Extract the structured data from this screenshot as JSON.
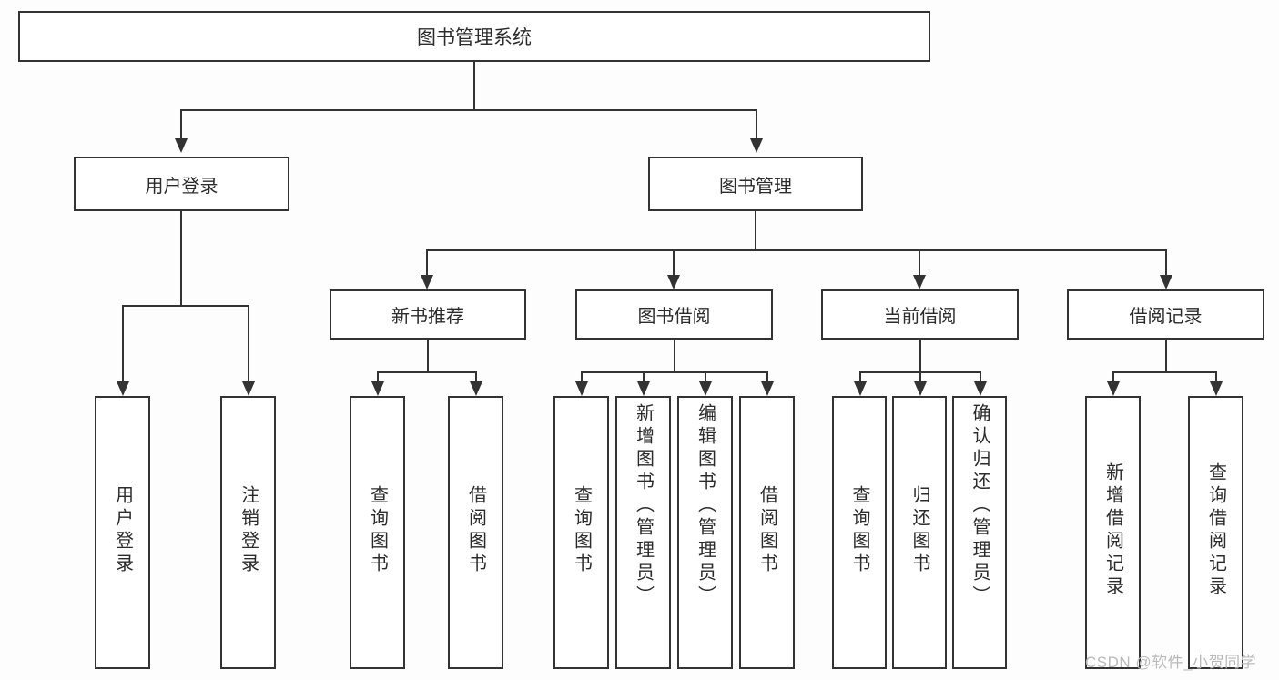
{
  "diagram": {
    "title": "图书管理系统",
    "type": "hierarchy-tree",
    "root": {
      "label": "图书管理系统"
    },
    "level2": [
      {
        "label": "用户登录"
      },
      {
        "label": "图书管理"
      }
    ],
    "level3": [
      {
        "label": "新书推荐"
      },
      {
        "label": "图书借阅"
      },
      {
        "label": "当前借阅"
      },
      {
        "label": "借阅记录"
      }
    ],
    "leaves": {
      "user_login": [
        {
          "label": "用户登录"
        },
        {
          "label": "注销登录"
        }
      ],
      "new_book_recommend": [
        {
          "label": "查询图书"
        },
        {
          "label": "借阅图书"
        }
      ],
      "book_borrow": [
        {
          "label": "查询图书"
        },
        {
          "label": "新增图书（管理员）"
        },
        {
          "label": "编辑图书（管理员）"
        },
        {
          "label": "借阅图书"
        }
      ],
      "current_borrow": [
        {
          "label": "查询图书"
        },
        {
          "label": "归还图书"
        },
        {
          "label": "确认归还（管理员）"
        }
      ],
      "borrow_record": [
        {
          "label": "新增借阅记录"
        },
        {
          "label": "查询借阅记录"
        }
      ]
    }
  },
  "watermark": {
    "text": "CSDN @软件_小贺同学"
  },
  "colors": {
    "stroke": "#333333",
    "text": "#2b2b2b",
    "background": "#fdfdfd",
    "watermark": "#b9b9b9"
  }
}
